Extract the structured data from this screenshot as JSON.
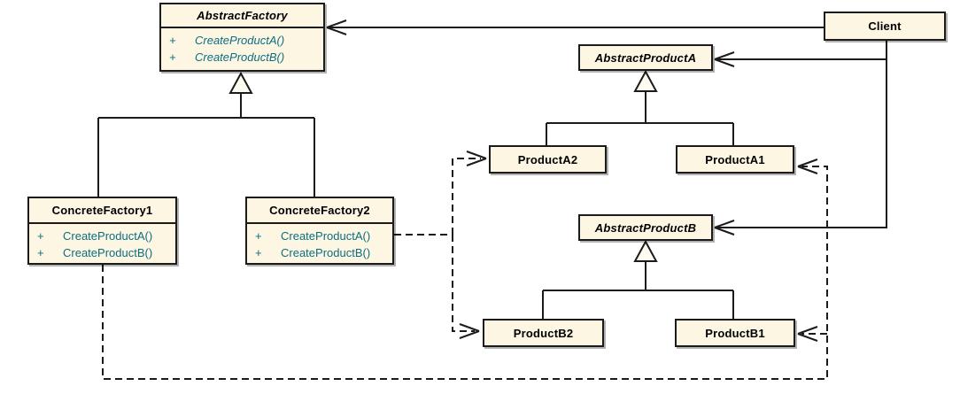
{
  "colors": {
    "background": "#ffffff",
    "box_fill": "#fdf6e3",
    "box_border": "#1b1b1b",
    "line": "#1b1b1b",
    "class_name_text": "#000000",
    "method_text": "#0b6e80"
  },
  "classes": {
    "abstract_factory": {
      "name": "AbstractFactory",
      "stereotype": "abstract",
      "methods": [
        {
          "visibility": "+",
          "signature": "CreateProductA()"
        },
        {
          "visibility": "+",
          "signature": "CreateProductB()"
        }
      ]
    },
    "concrete_factory1": {
      "name": "ConcreteFactory1",
      "methods": [
        {
          "visibility": "+",
          "signature": "CreateProductA()"
        },
        {
          "visibility": "+",
          "signature": "CreateProductB()"
        }
      ]
    },
    "concrete_factory2": {
      "name": "ConcreteFactory2",
      "methods": [
        {
          "visibility": "+",
          "signature": "CreateProductA()"
        },
        {
          "visibility": "+",
          "signature": "CreateProductB()"
        }
      ]
    },
    "client": {
      "name": "Client"
    },
    "abstract_product_a": {
      "name": "AbstractProductA",
      "stereotype": "abstract"
    },
    "product_a2": {
      "name": "ProductA2"
    },
    "product_a1": {
      "name": "ProductA1"
    },
    "abstract_product_b": {
      "name": "AbstractProductB",
      "stereotype": "abstract"
    },
    "product_b2": {
      "name": "ProductB2"
    },
    "product_b1": {
      "name": "ProductB1"
    }
  },
  "relationships": [
    {
      "type": "association",
      "from": "Client",
      "to": "AbstractFactory",
      "line": "solid",
      "arrow": "open"
    },
    {
      "type": "association",
      "from": "Client",
      "to": "AbstractProductA",
      "line": "solid",
      "arrow": "open"
    },
    {
      "type": "association",
      "from": "Client",
      "to": "AbstractProductB",
      "line": "solid",
      "arrow": "open"
    },
    {
      "type": "generalization",
      "from": "ConcreteFactory1",
      "to": "AbstractFactory",
      "line": "solid",
      "arrow": "hollow-triangle"
    },
    {
      "type": "generalization",
      "from": "ConcreteFactory2",
      "to": "AbstractFactory",
      "line": "solid",
      "arrow": "hollow-triangle"
    },
    {
      "type": "generalization",
      "from": "ProductA2",
      "to": "AbstractProductA",
      "line": "solid",
      "arrow": "hollow-triangle"
    },
    {
      "type": "generalization",
      "from": "ProductA1",
      "to": "AbstractProductA",
      "line": "solid",
      "arrow": "hollow-triangle"
    },
    {
      "type": "generalization",
      "from": "ProductB2",
      "to": "AbstractProductB",
      "line": "solid",
      "arrow": "hollow-triangle"
    },
    {
      "type": "generalization",
      "from": "ProductB1",
      "to": "AbstractProductB",
      "line": "solid",
      "arrow": "hollow-triangle"
    },
    {
      "type": "dependency",
      "from": "ConcreteFactory2",
      "to": "ProductA2",
      "line": "dashed",
      "arrow": "open"
    },
    {
      "type": "dependency",
      "from": "ConcreteFactory2",
      "to": "ProductB2",
      "line": "dashed",
      "arrow": "open"
    },
    {
      "type": "dependency",
      "from": "ConcreteFactory1",
      "to": "ProductA1",
      "line": "dashed",
      "arrow": "open"
    },
    {
      "type": "dependency",
      "from": "ConcreteFactory1",
      "to": "ProductB1",
      "line": "dashed",
      "arrow": "open"
    }
  ]
}
